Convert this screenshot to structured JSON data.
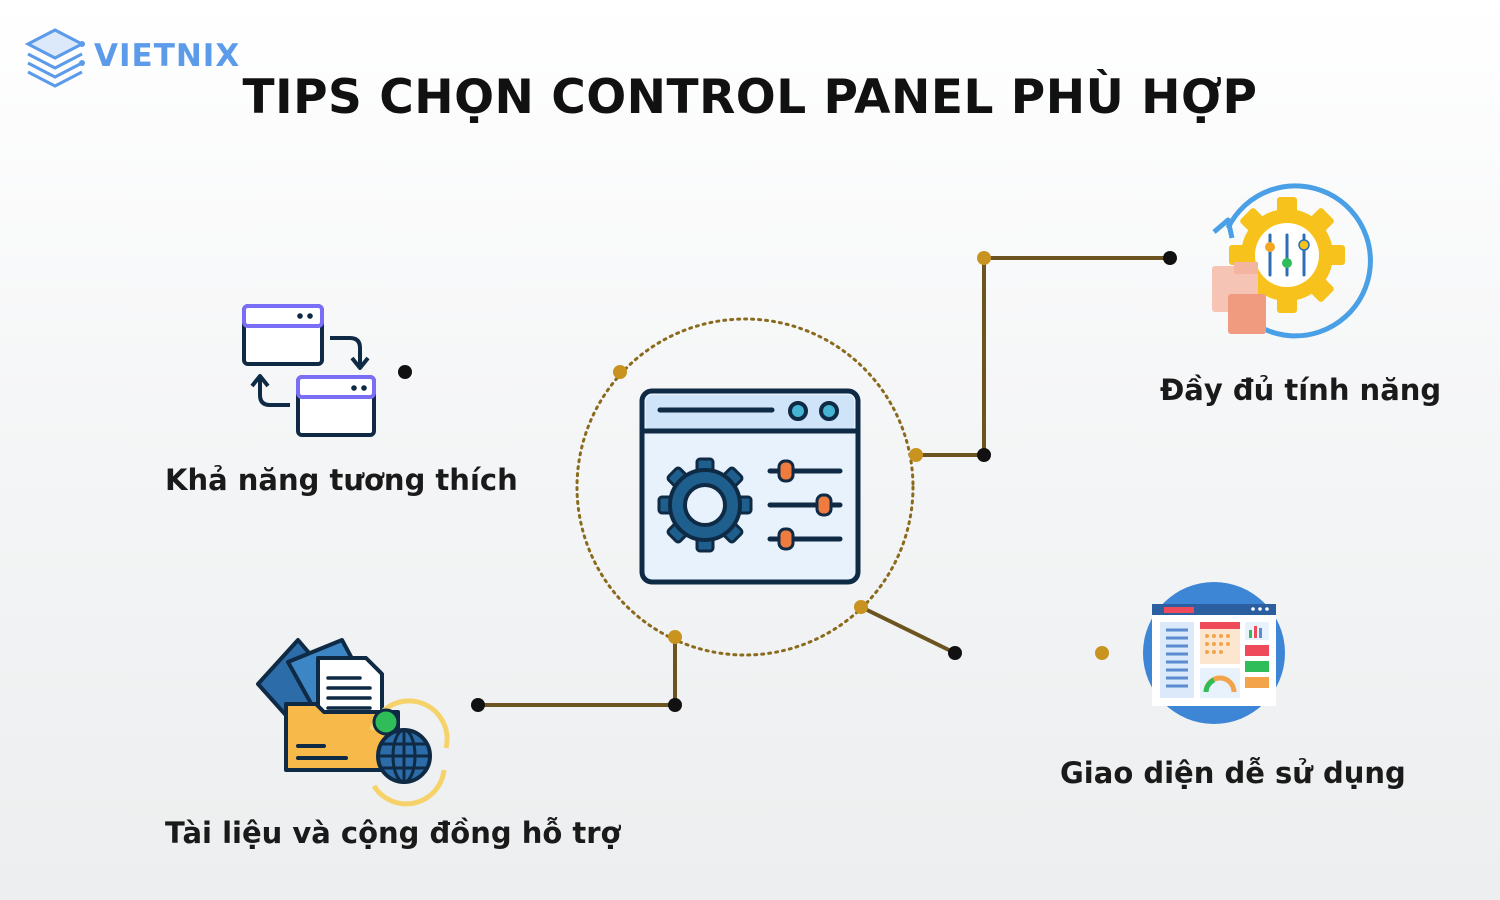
{
  "brand": {
    "name": "VIETNIX"
  },
  "title": "TIPS CHỌN CONTROL PANEL PHÙ HỢP",
  "center": {
    "icon": "control-panel-settings-icon"
  },
  "tips": [
    {
      "label": "Khả năng tương thích",
      "icon": "sync-windows-icon"
    },
    {
      "label": "Đầy đủ tính năng",
      "icon": "settings-gear-sliders-icon"
    },
    {
      "label": "Tài liệu và cộng đồng hỗ trợ",
      "icon": "documents-globe-folder-icon"
    },
    {
      "label": "Giao diện dễ sử dụng",
      "icon": "dashboard-interface-icon"
    }
  ],
  "colors": {
    "accent_gold": "#c8941f",
    "line_dark": "#1a1a1a",
    "logo_blue": "#5b9bea",
    "icon_navy": "#0f2a44",
    "gear_blue": "#1e5f8e"
  }
}
